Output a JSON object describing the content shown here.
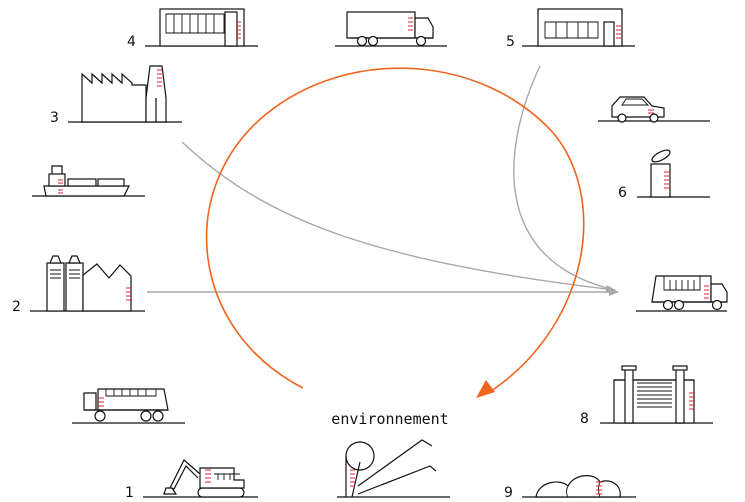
{
  "labels": {
    "n1": "1",
    "n2": "2",
    "n3": "3",
    "n4": "4",
    "n5": "5",
    "n6": "6",
    "n8": "8",
    "n9": "9",
    "center": "environnement"
  },
  "colors": {
    "cycle": "#f0641e",
    "flow": "#a8a8a8",
    "ink": "#111111",
    "gauge": "#d8262c"
  },
  "icons": [
    "office-building-icon",
    "delivery-truck-icon",
    "warehouse-icon",
    "factory-icon",
    "car-icon",
    "cargo-ship-icon",
    "can-icon",
    "processing-plant-icon",
    "recycling-truck-icon",
    "flatbed-truck-icon",
    "sorting-facility-icon",
    "excavator-icon",
    "landfill-icon",
    "waste-piles-icon"
  ]
}
